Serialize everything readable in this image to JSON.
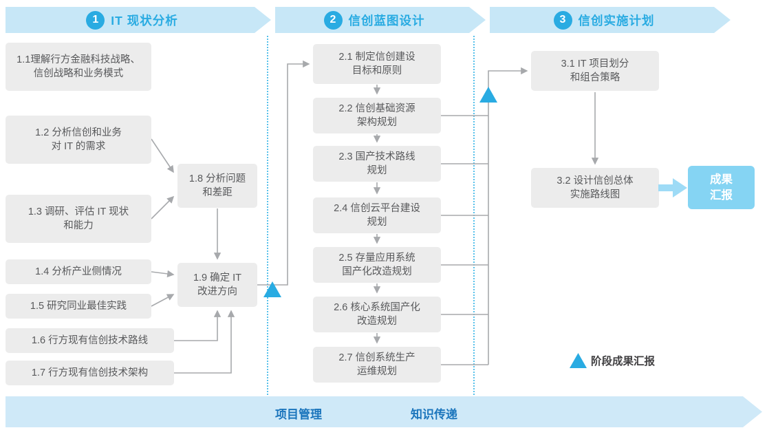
{
  "phases": [
    {
      "number": "1",
      "title": "IT 现状分析"
    },
    {
      "number": "2",
      "title": "信创蓝图设计"
    },
    {
      "number": "3",
      "title": "信创实施计划"
    }
  ],
  "nodes": {
    "n11": {
      "label": "1.1理解行方金融科技战略、\n信创战略和业务模式"
    },
    "n12": {
      "label": "1.2 分析信创和业务\n对 IT 的需求"
    },
    "n13": {
      "label": "1.3 调研、评估 IT 现状\n和能力"
    },
    "n14": {
      "label": "1.4 分析产业侧情况"
    },
    "n15": {
      "label": "1.5 研究同业最佳实践"
    },
    "n16": {
      "label": "1.6 行方现有信创技术路线"
    },
    "n17": {
      "label": "1.7 行方现有信创技术架构"
    },
    "n18": {
      "label": "1.8 分析问题\n和差距"
    },
    "n19": {
      "label": "1.9 确定 IT\n改进方向"
    },
    "n21": {
      "label": "2.1 制定信创建设\n目标和原则"
    },
    "n22": {
      "label": "2.2 信创基础资源\n架构规划"
    },
    "n23": {
      "label": "2.3 国产技术路线\n规划"
    },
    "n24": {
      "label": "2.4 信创云平台建设\n规划"
    },
    "n25": {
      "label": "2.5 存量应用系统\n国产化改造规划"
    },
    "n26": {
      "label": "2.6 核心系统国产化\n改造规划"
    },
    "n27": {
      "label": "2.7 信创系统生产\n运维规划"
    },
    "n31": {
      "label": "3.1 IT 项目划分\n和组合策略"
    },
    "n32": {
      "label": "3.2 设计信创总体\n实施路线图"
    }
  },
  "result_box": {
    "label": "成果\n汇报"
  },
  "legend": {
    "icon": "milestone-triangle-icon",
    "label": "阶段成果汇报"
  },
  "footer": {
    "items": [
      {
        "label": "项目管理"
      },
      {
        "label": "知识传递"
      }
    ]
  },
  "colors": {
    "accent": "#29abe2",
    "banner": "#c7e7f7",
    "box": "#ececec",
    "box_text": "#58595b",
    "connector": "#a7a9ac",
    "result_box": "#85d4f3",
    "footer_text": "#1b75bc"
  }
}
